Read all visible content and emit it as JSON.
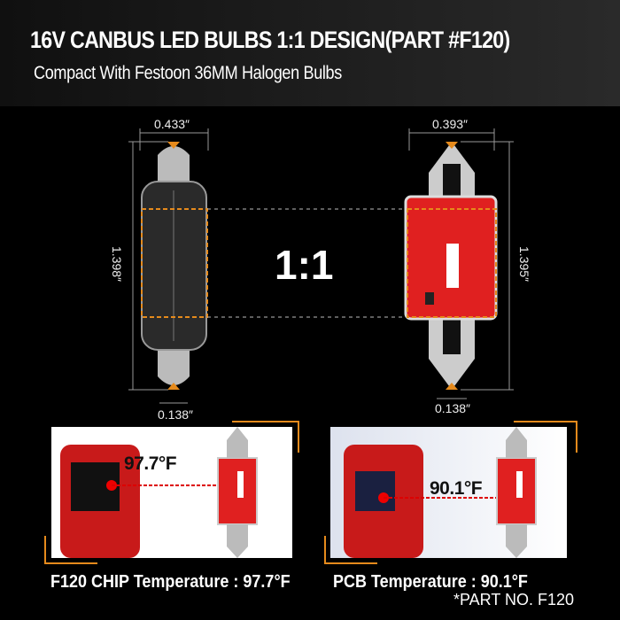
{
  "header": {
    "title": "16V CANBUS LED BULBS 1:1 DESIGN(PART #F120)",
    "subtitle": "Compact With Festoon 36MM Halogen Bulbs"
  },
  "comparison": {
    "ratio": "1:1",
    "halogen": {
      "width": "0.433″",
      "length": "1.398″",
      "cap": "0.138″"
    },
    "led": {
      "width": "0.393″",
      "length": "1.395″",
      "cap": "0.138″"
    }
  },
  "tests": [
    {
      "reading": "97.7°F",
      "caption": "F120 CHIP Temperature : 97.7°F"
    },
    {
      "reading": "90.1°F",
      "caption": "PCB Temperature : 90.1°F"
    }
  ],
  "part_no": "*PART NO. F120",
  "colors": {
    "accent": "#e58a1c",
    "pcb": "#e02020",
    "background": "#000000"
  }
}
